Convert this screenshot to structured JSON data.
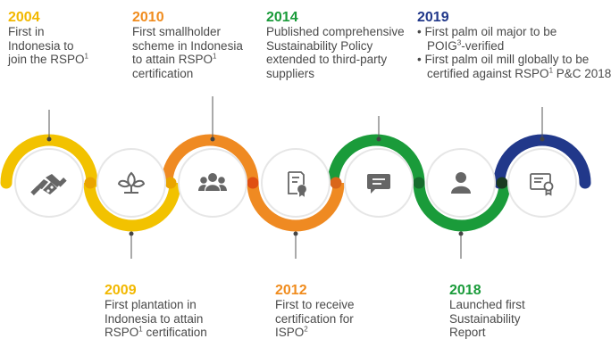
{
  "colors": {
    "yellow": "#f2c200",
    "orange": "#ef8a22",
    "green": "#1a9b3a",
    "navy": "#21388a",
    "circle_border": "#e6e6e6",
    "icon": "#666666"
  },
  "milestones": [
    {
      "year": "2004",
      "lines": [
        "First in",
        "Indonesia to",
        "join the RSPO"
      ],
      "sup": "1",
      "color": "yellow",
      "icon": "handshake-icon"
    },
    {
      "year": "2009",
      "lines": [
        "First plantation in",
        "Indonesia to attain",
        "RSPO certification"
      ],
      "sup": "1",
      "sup_after": "RSPO",
      "color": "yellow",
      "icon": "plant-icon"
    },
    {
      "year": "2010",
      "lines": [
        "First smallholder",
        "scheme in Indonesia",
        "to attain RSPO",
        "certification"
      ],
      "sup": "1",
      "color": "orange",
      "icon": "people-icon"
    },
    {
      "year": "2012",
      "lines": [
        "First to receive",
        "certification for",
        "ISPO"
      ],
      "sup": "2",
      "color": "orange",
      "icon": "certificate-doc-icon"
    },
    {
      "year": "2014",
      "lines": [
        "Published comprehensive",
        "Sustainability Policy",
        "extended to third-party",
        "suppliers"
      ],
      "color": "green",
      "icon": "speech-bubble-icon"
    },
    {
      "year": "2018",
      "lines": [
        "Launched first",
        "Sustainability",
        "Report"
      ],
      "color": "green",
      "icon": "person-icon"
    },
    {
      "year": "2019",
      "bullets": [
        {
          "pre": "First palm oil major to be",
          "mid": "POIG",
          "sup": "3",
          "post": "-verified"
        },
        {
          "pre": "First palm oil mill globally to be",
          "mid": "certified against RSPO",
          "sup": "1",
          "post": " P&C 2018"
        }
      ],
      "bullet_char": "•",
      "color": "navy",
      "icon": "award-certificate-icon"
    }
  ]
}
